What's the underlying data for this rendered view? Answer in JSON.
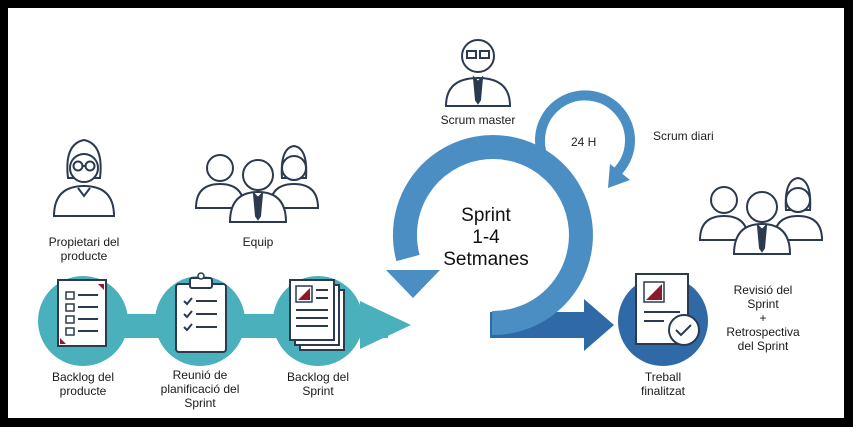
{
  "roles": {
    "product_owner": [
      "Propietari del",
      "producte"
    ],
    "team": "Equip",
    "scrum_master": "Scrum master"
  },
  "steps": {
    "product_backlog": [
      "Backlog del",
      "producte"
    ],
    "planning": [
      "Reunió de",
      "planificació del",
      "Sprint"
    ],
    "sprint_backlog": [
      "Backlog del",
      "Sprint"
    ],
    "done": [
      "Treball",
      "finalitzat"
    ],
    "review": [
      "Revisió del",
      "Sprint",
      "+",
      "Retrospectiva",
      "del Sprint"
    ]
  },
  "sprint": {
    "line1": "Sprint",
    "line2": "1-4",
    "line3": "Setmanes"
  },
  "daily": {
    "hours": "24 H",
    "label": "Scrum diari"
  },
  "colors": {
    "teal": "#4ab0bb",
    "blue_dark": "#2f6aa6",
    "blue_mid": "#4a8ec4",
    "navy": "#2b3a4f",
    "accent_red": "#8b1a2b"
  }
}
